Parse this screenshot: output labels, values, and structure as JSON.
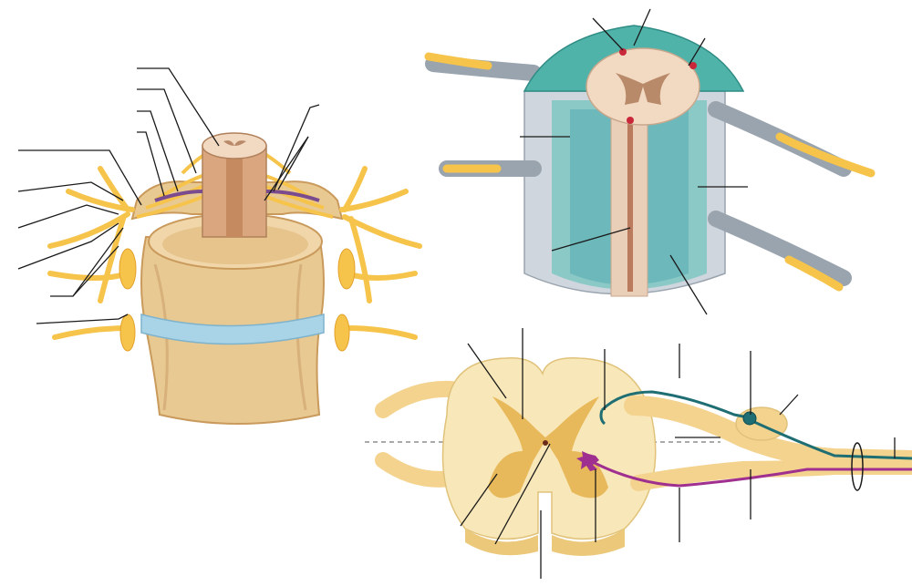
{
  "figure": {
    "panels": [
      "vertebra-with-spinal-cord",
      "spinal-cord-meninges",
      "spinal-cord-cross-section"
    ],
    "colors": {
      "bone": "#e9c992",
      "bone_shade": "#c99a5c",
      "disc": "#a9d3e6",
      "nerve": "#f6c44a",
      "nerve_dark": "#e3a12a",
      "cord_tissue": "#f2d9c2",
      "gray_matter": "#b98a6a",
      "dura": "#d7dde3",
      "arachnoid_space": "#7fc7c3",
      "pia": "#4fb3a9",
      "white_matter": "#f8e7b8",
      "gray_commissure": "#e8b95a",
      "sensory_neuron": "#1f6e73",
      "motor_neuron": "#a0308f",
      "leader_line": "#1a1a1a"
    },
    "labels": []
  }
}
